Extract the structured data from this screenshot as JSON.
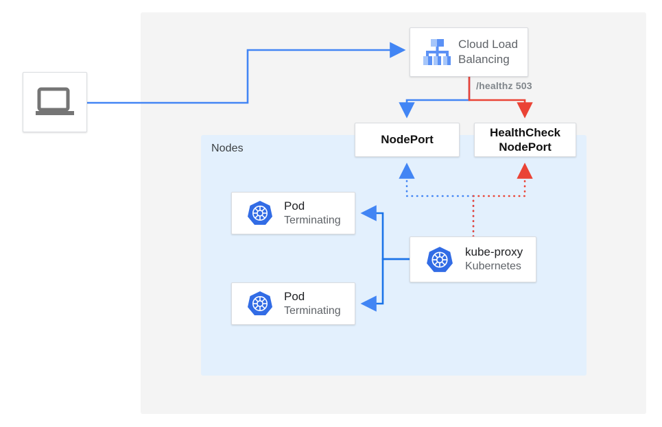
{
  "diagram": {
    "title": "Kubernetes NodePort health check with terminating pods",
    "colors": {
      "blue": "#4285f4",
      "blue_dark": "#1a73e8",
      "red": "#ea4335",
      "panel_gray": "#f4f4f4",
      "panel_nodes_blue": "#e3f0fd",
      "card_white": "#ffffff",
      "text_dark": "#202124",
      "text_muted": "#5f6368",
      "icon_gray": "#757575",
      "k8s_blue": "#326ce5"
    },
    "zones": {
      "outer_label": "",
      "nodes_label": "Nodes"
    },
    "nodes": {
      "client": {
        "label": "",
        "icon": "laptop-icon"
      },
      "cloud_load_balancing": {
        "title": "Cloud Load",
        "title_line2": "Balancing",
        "icon": "cloud-load-balancing-icon"
      },
      "nodeport": {
        "label": "NodePort"
      },
      "healthcheck_nodeport": {
        "label_line1": "HealthCheck",
        "label_line2": "NodePort"
      },
      "pod1": {
        "title": "Pod",
        "status": "Terminating",
        "icon": "kubernetes-icon"
      },
      "pod2": {
        "title": "Pod",
        "status": "Terminating",
        "icon": "kubernetes-icon"
      },
      "kube_proxy": {
        "title": "kube-proxy",
        "subtitle": "Kubernetes",
        "icon": "kubernetes-icon"
      }
    },
    "edges": {
      "healthz": {
        "label": "/healthz 503"
      }
    }
  }
}
